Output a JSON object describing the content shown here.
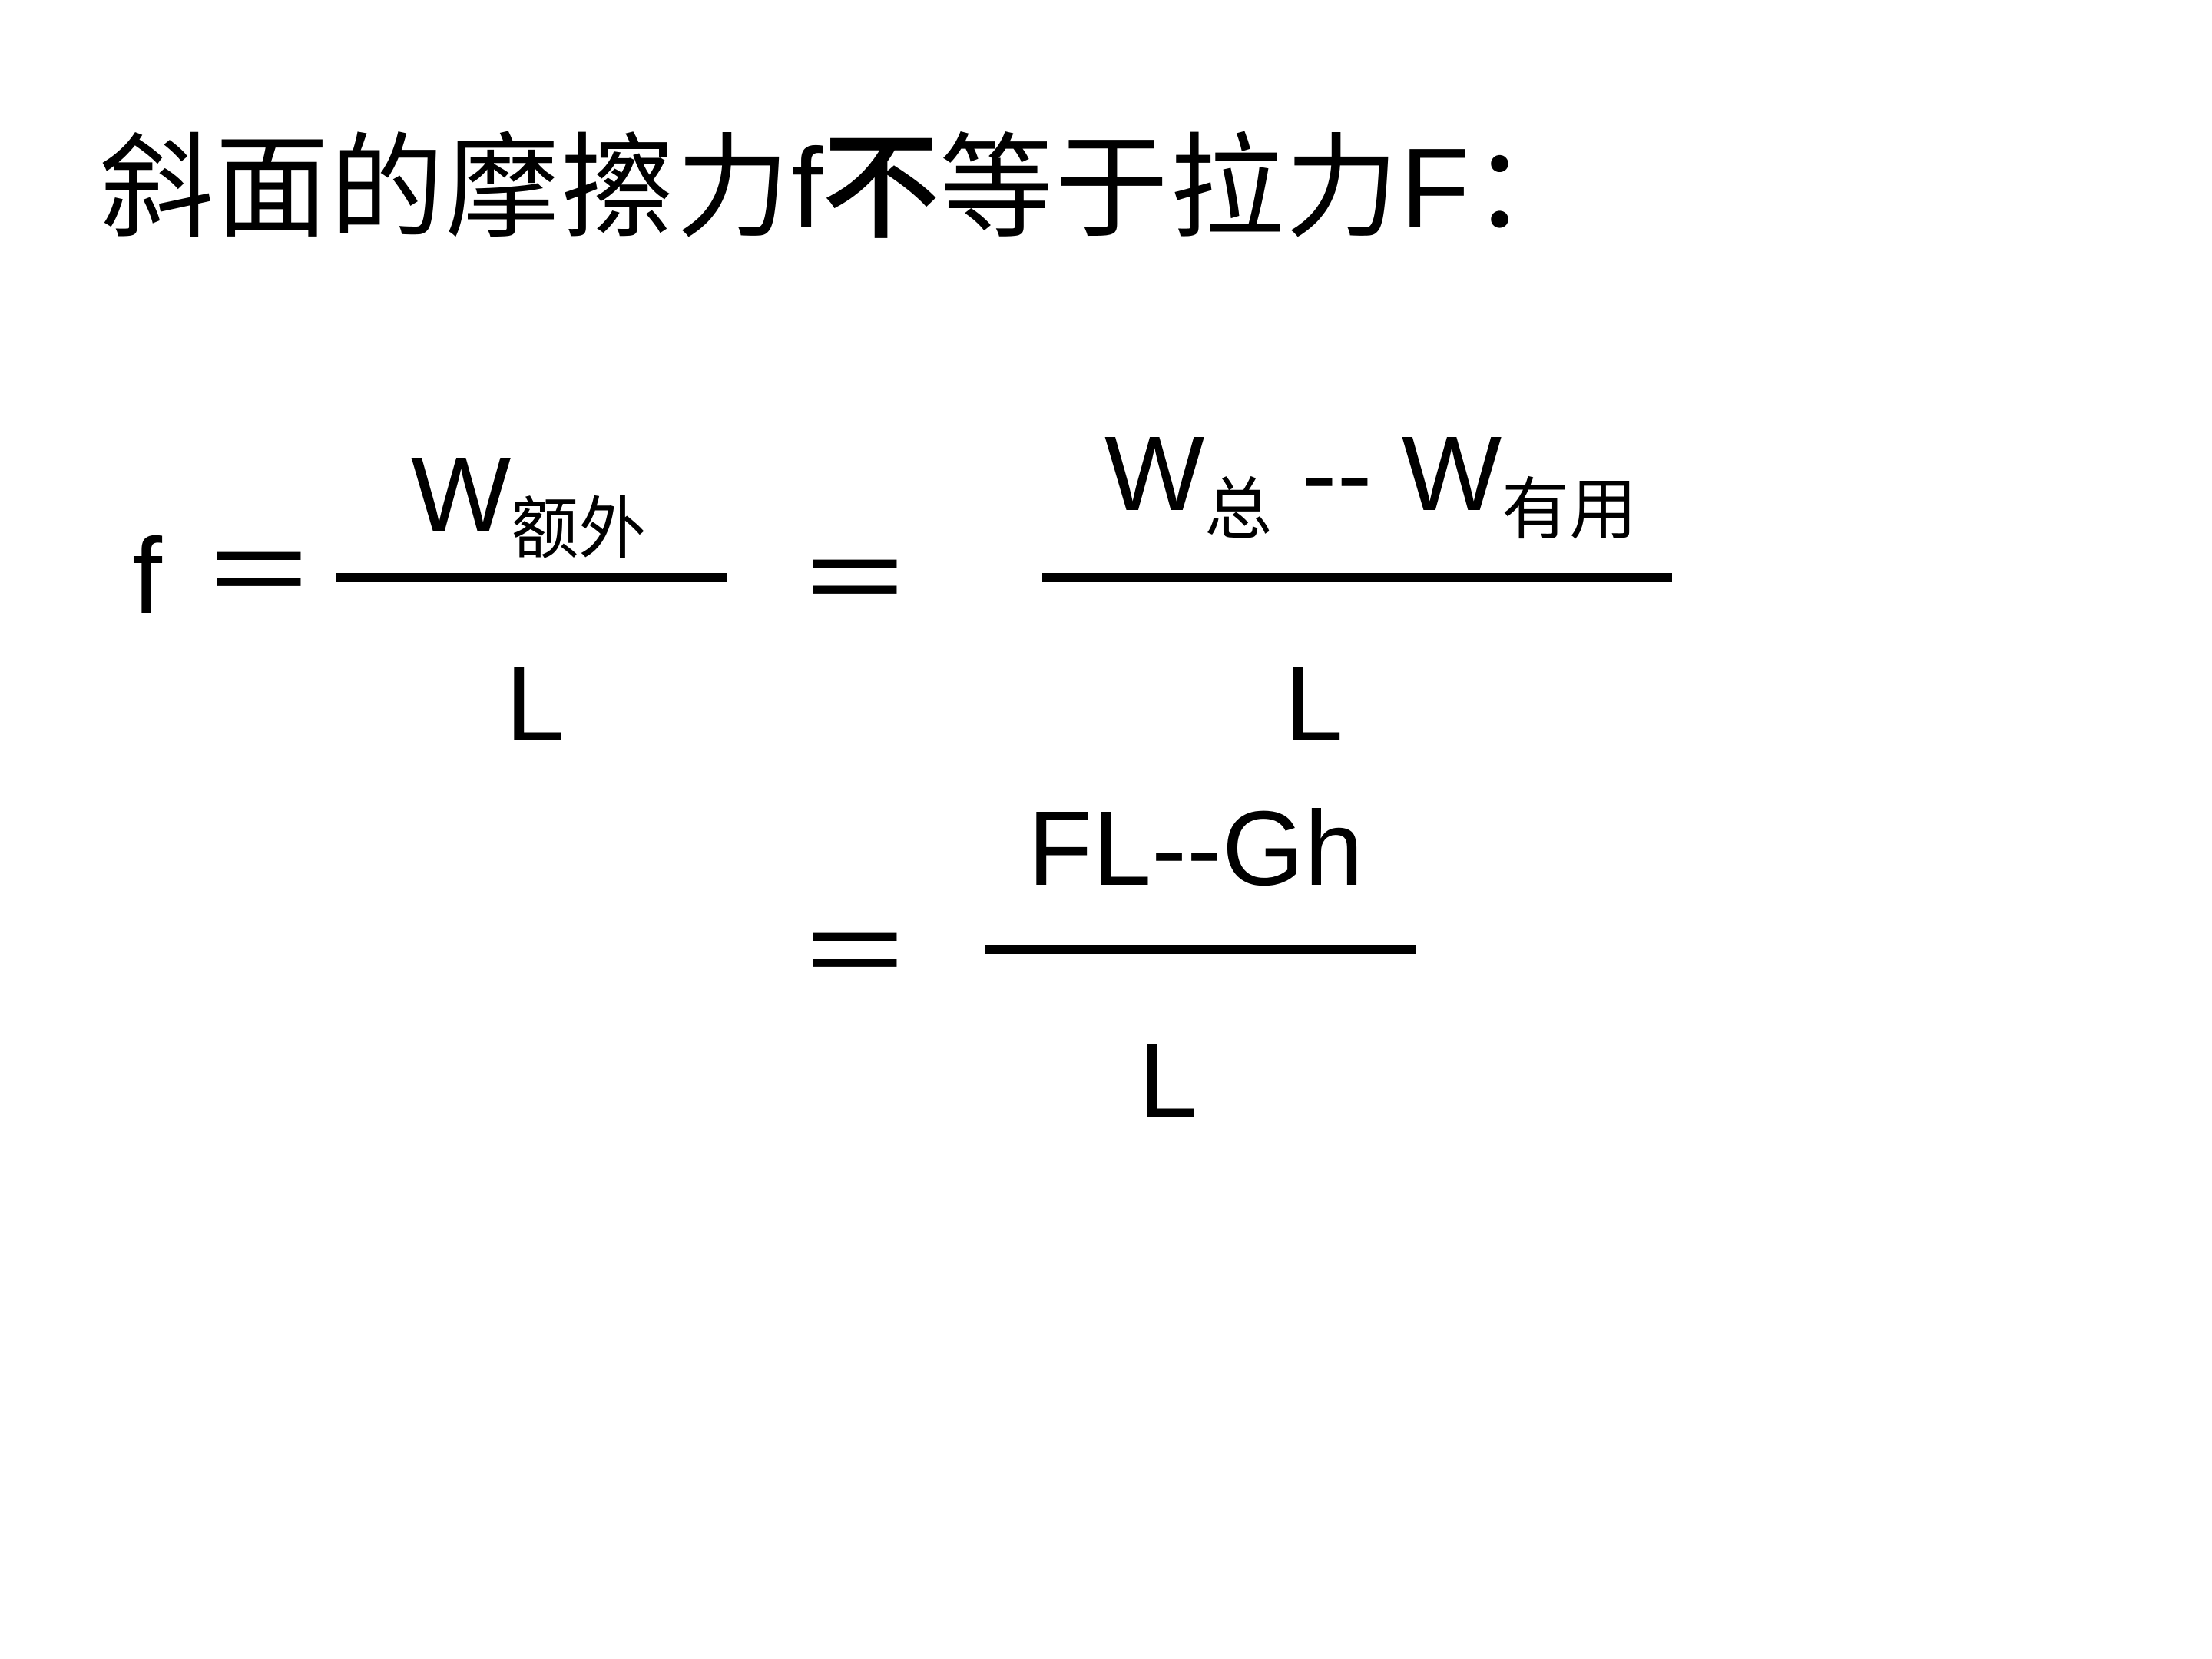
{
  "title": {
    "part1": "斜面的摩擦力",
    "f": "f",
    "not": "不",
    "part2": "等于拉力",
    "F": "F",
    "colon": "："
  },
  "formula": {
    "lhs": "f",
    "equals": "＝",
    "frac1": {
      "num_main": "W",
      "num_sub": "额外",
      "den": "L"
    },
    "frac2": {
      "num_main1": "W",
      "num_sub1": "总",
      "minus": " -- ",
      "num_main2": "W",
      "num_sub2": "有用",
      "den": "L"
    },
    "frac3": {
      "num": "FL--Gh",
      "den": "L"
    }
  }
}
